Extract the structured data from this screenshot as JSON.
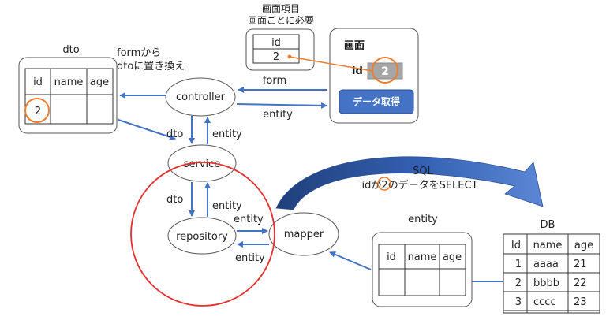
{
  "labels": {
    "screen_item_title_line1": "画面項目",
    "screen_item_title_line2": "画面ごとに必要",
    "dto_title": "dto",
    "form_note_line1": "formから",
    "form_note_line2": "dtoに置き換え",
    "screen_title": "画面",
    "screen_id_label": "id",
    "screen_id_value": "2",
    "fetch_button": "データ取得",
    "arrow_form": "form",
    "arrow_entity_to_screen": "entity",
    "arrow_dto_down_1": "dto",
    "arrow_entity_up_1": "entity",
    "arrow_dto_down_2": "dto",
    "arrow_entity_up_2": "entity",
    "arrow_entity_to_mapper": "entity",
    "arrow_entity_from_mapper": "entity",
    "sql_line1": "SQL",
    "sql_line2": "idが2のデータをSELECT",
    "entity_table_title": "entity",
    "db_title": "DB"
  },
  "nodes": {
    "controller": "controller",
    "service": "service",
    "repository": "repository",
    "mapper": "mapper"
  },
  "screen_item_table": {
    "header": "id",
    "value": "2"
  },
  "dto_table": {
    "headers": [
      "id",
      "name",
      "age"
    ],
    "row": [
      "2",
      "",
      ""
    ]
  },
  "entity_table": {
    "headers": [
      "id",
      "name",
      "age"
    ],
    "row": [
      "",
      "",
      ""
    ]
  },
  "db_table": {
    "headers": [
      "Id",
      "name",
      "age"
    ],
    "rows": [
      [
        "1",
        "aaaa",
        "21"
      ],
      [
        "2",
        "bbbb",
        "22"
      ],
      [
        "3",
        "cccc",
        "23"
      ]
    ]
  },
  "colors": {
    "arrow_blue": "#4472c4",
    "highlight_orange": "#ed7d31",
    "circle_red": "#e53030",
    "button_blue": "#4472c4",
    "id_box_gray": "#a6a6a6",
    "sql_arrow_dark": "#2f4f8f"
  }
}
